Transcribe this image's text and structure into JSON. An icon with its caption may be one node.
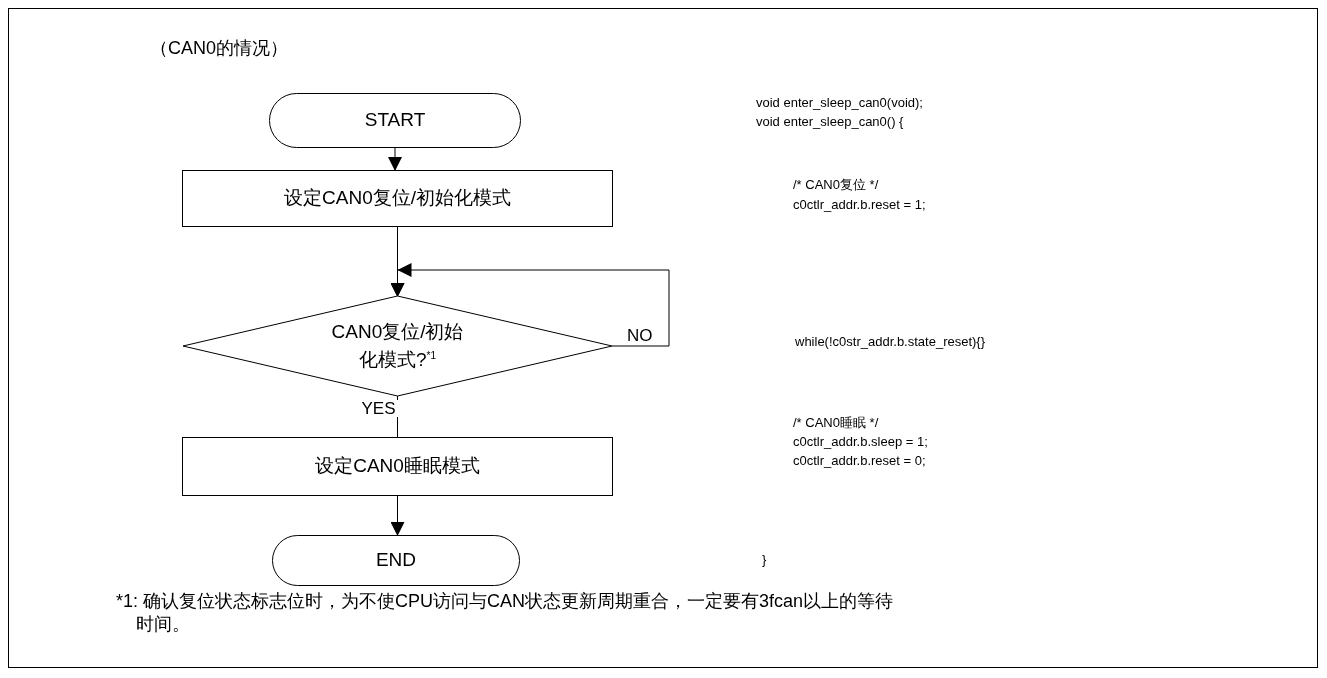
{
  "diagram": {
    "title": "（CAN0的情况）",
    "nodes": [
      {
        "text": [
          "START"
        ]
      },
      {
        "text": [
          "设定CAN0复位/初始化模式"
        ]
      },
      {
        "text": [
          "CAN0复位/初始化模式?$^{*1}$"
        ]
      },
      {
        "text": [
          "设定CAN0睡眠模式"
        ]
      },
      {
        "text": [
          "END"
        ]
      }
    ],
    "edges": [
      {
        "from": 0,
        "to": 1,
        "arrow": "to"
      },
      {
        "from": 1,
        "to": 2,
        "arrow": "to"
      },
      {
        "from": 2,
        "to": 2,
        "arrow": "to",
        "label": "NO"
      },
      {
        "from": 2,
        "to": 3,
        "arrow": "none",
        "label": "YES"
      },
      {
        "from": 3,
        "to": 4,
        "arrow": "to"
      }
    ],
    "labels": [
      "void enter_sleep_can0(void);",
      "void enter_sleep_can0() {",
      "/* CAN0复位 */",
      "c0ctlr_addr.b.reset = 1;",
      "while(!c0str_addr.b.state_reset){}",
      "/* CAN0睡眠 */",
      "c0ctlr_addr.b.sleep = 1;",
      "c0ctlr_addr.b.reset = 0;",
      "}",
      "*1: 确认复位状态标志位时，为不使CPU访问与CAN状态更新周期重合，一定要有3fcan以上的等待时间。"
    ]
  }
}
